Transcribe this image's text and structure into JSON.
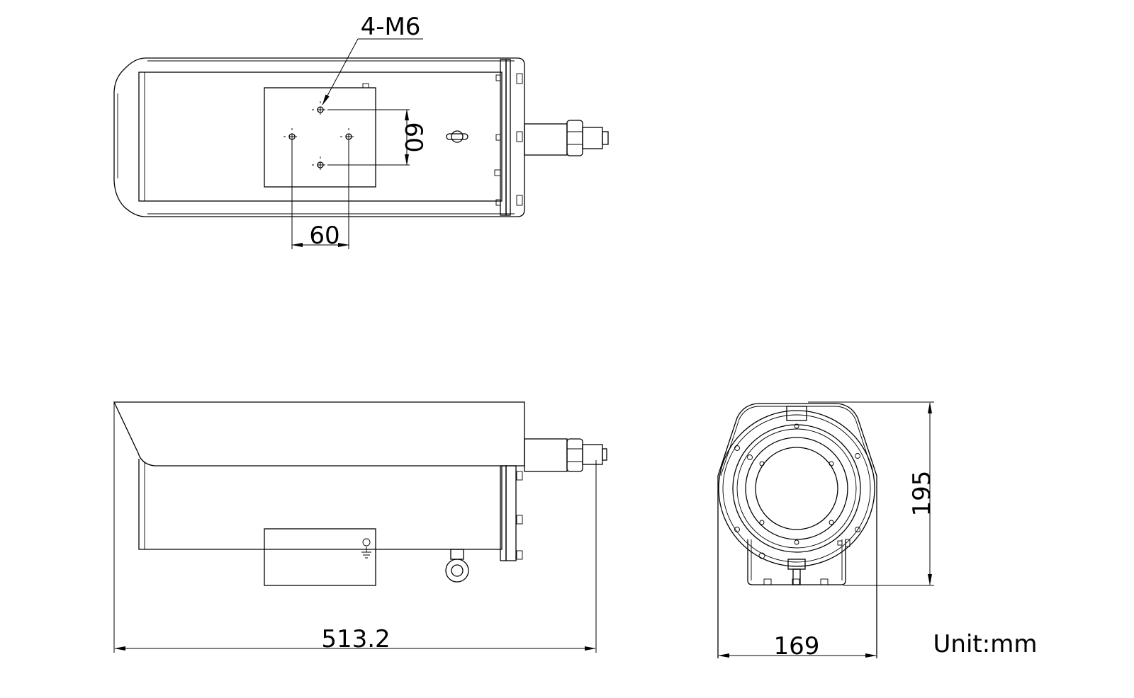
{
  "drawing": {
    "top_view": {
      "hole_callout": "4-M6",
      "hole_spacing_vertical": "60",
      "hole_spacing_horizontal": "60"
    },
    "side_view": {
      "overall_length": "513.2"
    },
    "front_view": {
      "height": "195",
      "width": "169"
    },
    "unit_label": "Unit:mm"
  }
}
